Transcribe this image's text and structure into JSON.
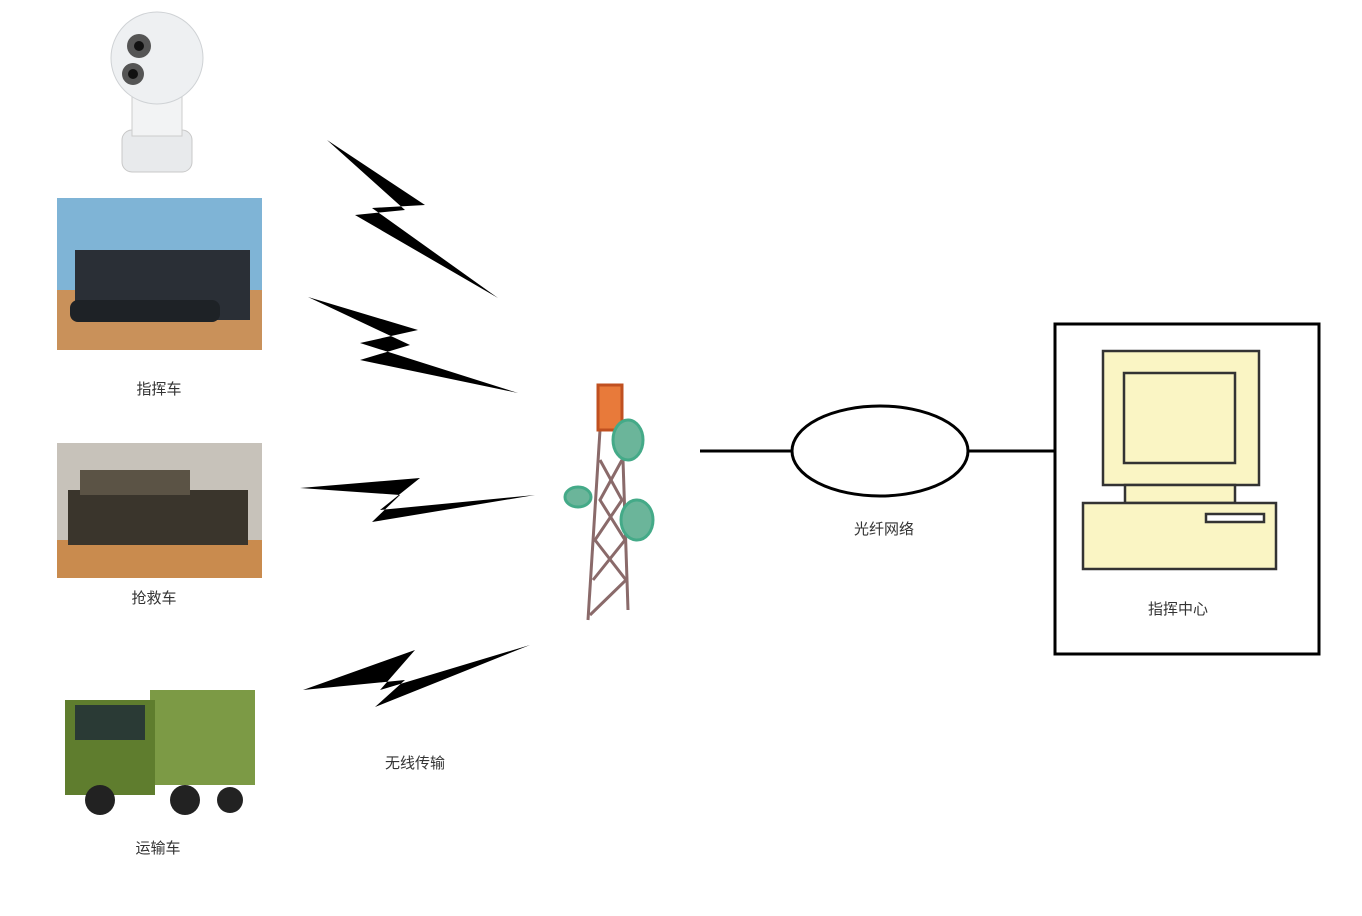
{
  "nodes": {
    "camera": {
      "label": ""
    },
    "command_vehicle": {
      "label": "指挥车"
    },
    "rescue_vehicle": {
      "label": "抢救车"
    },
    "transport_vehicle": {
      "label": "运输车"
    },
    "tower": {
      "label": ""
    },
    "command_center": {
      "label": "指挥中心"
    }
  },
  "links": {
    "wireless": {
      "label": "无线传输"
    },
    "fiber": {
      "label": "光纤网络"
    }
  },
  "colors": {
    "line": "#000000",
    "computer": "#faf5c4",
    "sky": "#6aa7cf",
    "ground": "#c9915a",
    "truck": "#6f8f3a"
  }
}
